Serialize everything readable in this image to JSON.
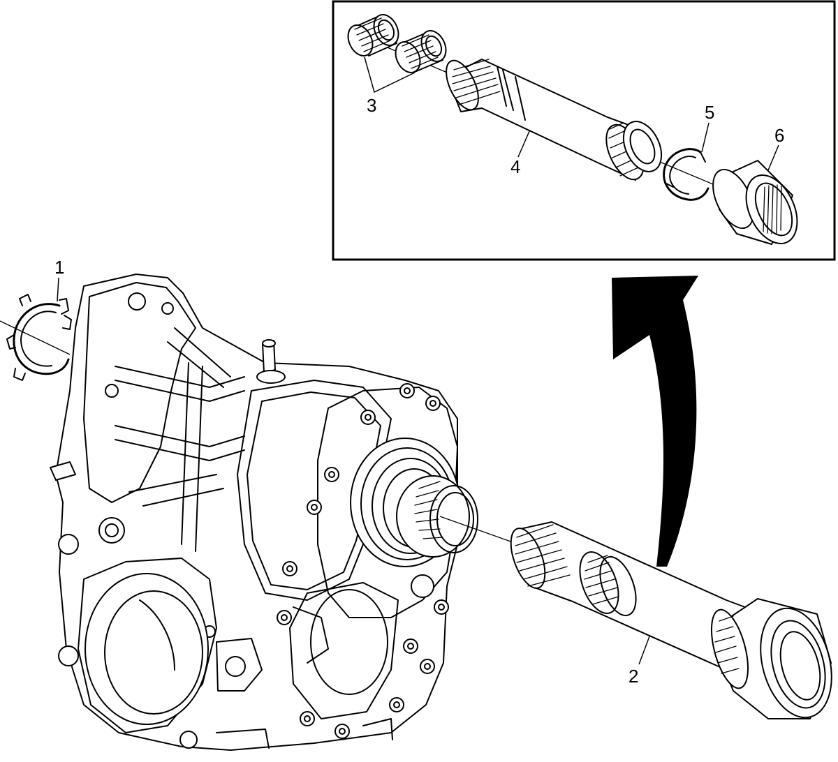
{
  "diagram": {
    "callouts": [
      {
        "id": "c1",
        "label": "1"
      },
      {
        "id": "c2",
        "label": "2"
      },
      {
        "id": "c3",
        "label": "3"
      },
      {
        "id": "c4",
        "label": "4"
      },
      {
        "id": "c5",
        "label": "5"
      },
      {
        "id": "c6",
        "label": "6"
      }
    ]
  }
}
